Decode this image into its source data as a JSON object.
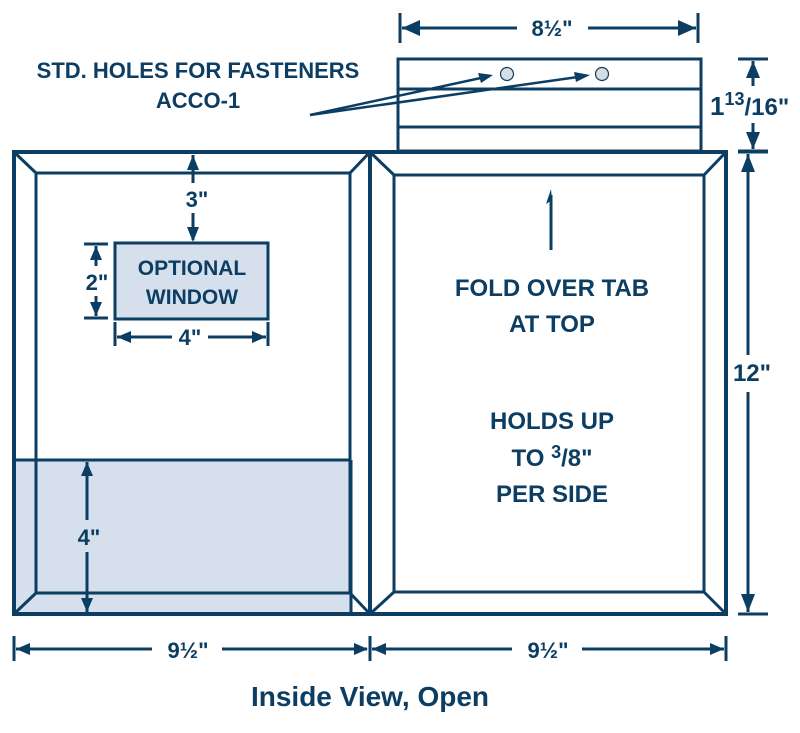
{
  "diagram": {
    "caption": "Inside View, Open",
    "colors": {
      "line": "#0c3d62",
      "shade": "#d6e0ec",
      "hole": "#d8dce3",
      "background": "#ffffff"
    },
    "callouts": {
      "fasteners_line1": "STD. HOLES FOR FASTENERS",
      "fasteners_line2": "ACCO-1",
      "window_line1": "OPTIONAL",
      "window_line2": "WINDOW",
      "fold_line1": "FOLD OVER TAB",
      "fold_line2": "AT TOP",
      "holds_line1": "HOLDS UP",
      "holds_line2_prefix": "TO ",
      "holds_line2_num": "3",
      "holds_line2_frac": "/8\"",
      "holds_line3": "PER SIDE"
    },
    "dimensions": {
      "tab_width": "8½\"",
      "tab_height_whole": "1",
      "tab_height_num": "13",
      "tab_height_frac": "/16\"",
      "panel_height": "12\"",
      "window_top_offset": "3\"",
      "window_height": "2\"",
      "window_width": "4\"",
      "pocket_height": "4\"",
      "left_panel_width": "9½\"",
      "right_panel_width": "9½\""
    }
  }
}
